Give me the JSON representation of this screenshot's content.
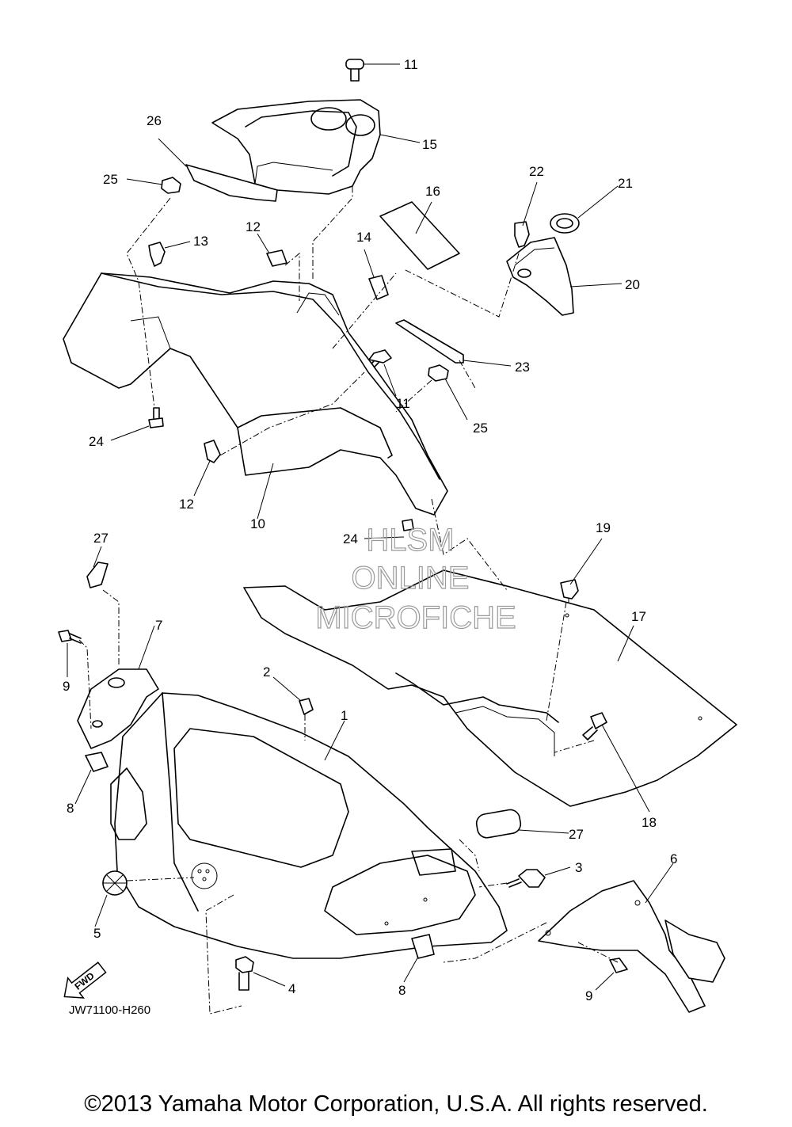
{
  "diagram": {
    "callouts": [
      "1",
      "2",
      "3",
      "4",
      "5",
      "6",
      "7",
      "8",
      "8",
      "9",
      "9",
      "10",
      "11",
      "11",
      "12",
      "12",
      "13",
      "14",
      "15",
      "16",
      "17",
      "18",
      "19",
      "20",
      "21",
      "22",
      "23",
      "24",
      "24",
      "25",
      "25",
      "26",
      "27",
      "27"
    ],
    "drawing_code": "JW71100-H260",
    "fwd_label": "FWD",
    "watermark": [
      "HLSM",
      "ONLINE",
      "MICROFICHE"
    ]
  },
  "footer": {
    "copyright": "©2013 Yamaha Motor Corporation, U.S.A. All rights reserved."
  }
}
